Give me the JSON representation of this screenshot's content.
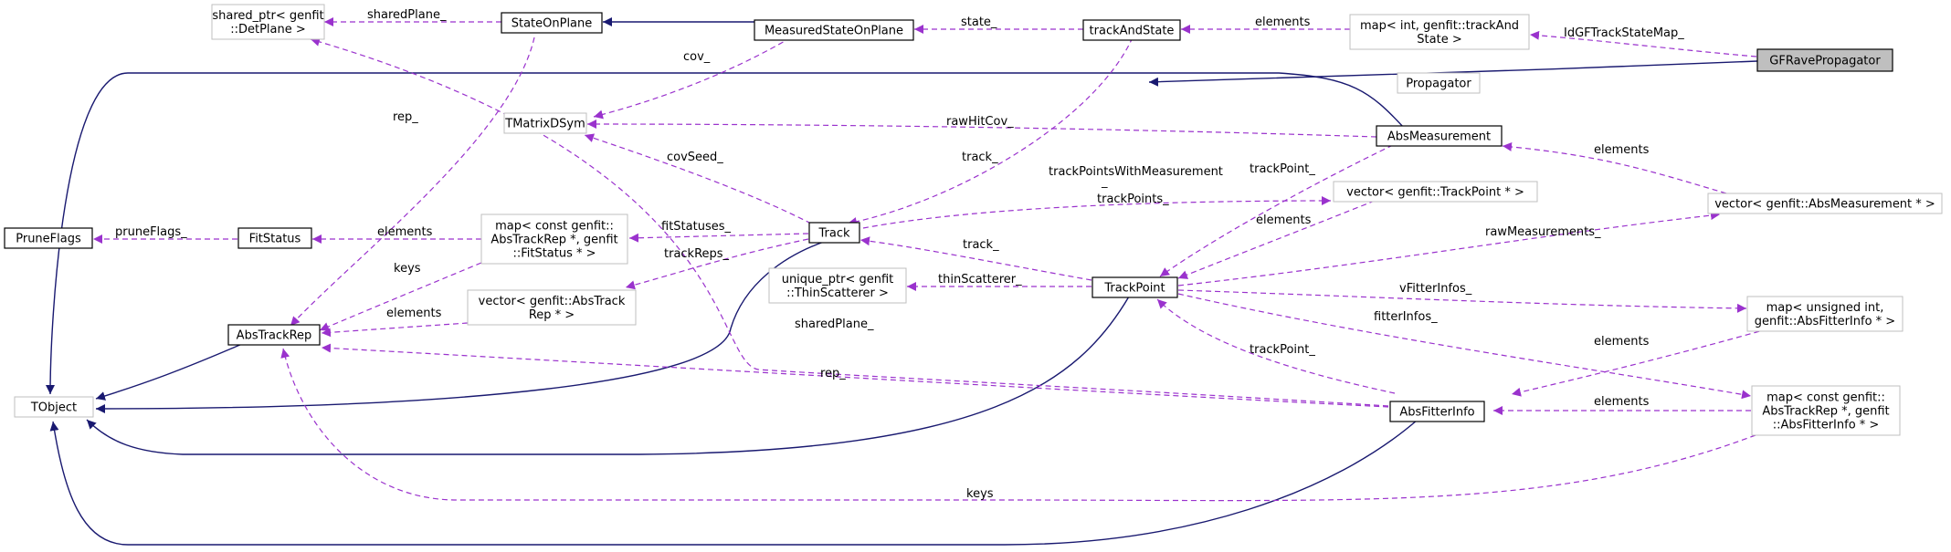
{
  "colors": {
    "inheritance_edge": "#191970",
    "usage_edge": "#9a32cd",
    "external_node_border": "#bfbfbf",
    "focus_node_fill": "#bfbfbf"
  },
  "nodes": {
    "GFRavePropagator": [
      "GFRavePropagator"
    ],
    "map_trackAndState": [
      "map< int, genfit::trackAnd",
      "State >"
    ],
    "trackAndState": [
      "trackAndState"
    ],
    "MeasuredStateOnPlane": [
      "MeasuredStateOnPlane"
    ],
    "StateOnPlane": [
      "StateOnPlane"
    ],
    "shared_ptr_DetPlane": [
      "shared_ptr< genfit",
      "::DetPlane >"
    ],
    "Propagator": [
      "Propagator"
    ],
    "TMatrixDSym": [
      "TMatrixDSym"
    ],
    "AbsMeasurement": [
      "AbsMeasurement"
    ],
    "vector_AbsMeasurement": [
      "vector< genfit::AbsMeasurement * >"
    ],
    "vector_TrackPoint": [
      "vector< genfit::TrackPoint * >"
    ],
    "Track": [
      "Track"
    ],
    "TrackPoint": [
      "TrackPoint"
    ],
    "PruneFlags": [
      "PruneFlags"
    ],
    "FitStatus": [
      "FitStatus"
    ],
    "map_FitStatus": [
      "map< const genfit::",
      "AbsTrackRep *, genfit",
      "::FitStatus * >"
    ],
    "unique_ptr_ThinScatterer": [
      "unique_ptr< genfit",
      "::ThinScatterer >"
    ],
    "vector_AbsTrackRep": [
      "vector< genfit::AbsTrack",
      "Rep * >"
    ],
    "AbsTrackRep": [
      "AbsTrackRep"
    ],
    "map_AbsFitterInfo_uint": [
      "map< unsigned int,",
      "genfit::AbsFitterInfo * >"
    ],
    "TObject": [
      "TObject"
    ],
    "AbsFitterInfo": [
      "AbsFitterInfo"
    ],
    "map_AbsFitterInfo_rep": [
      "map< const genfit::",
      "AbsTrackRep *, genfit",
      "::AbsFitterInfo * >"
    ]
  },
  "edge_labels": {
    "idgf": "IdGFTrackStateMap_",
    "elements_tas": "elements",
    "state": "state_",
    "sharedPlane1": "sharedPlane_",
    "cov": "cov_",
    "rep": "rep_",
    "rawHitCov": "rawHitCov_",
    "covSeed": "covSeed_",
    "track1": "track_",
    "elements_absmeas": "elements",
    "tpwm": "trackPointsWithMeasurement",
    "tpwm2": "_",
    "trackPoints": "trackPoints_",
    "trackPoint1": "trackPoint_",
    "elements_tp": "elements",
    "rawMeasurements": "rawMeasurements_",
    "pruneFlags": "pruneFlags_",
    "elements_fs": "elements",
    "fitStatuses": "fitStatuses_",
    "keys1": "keys",
    "trackReps": "trackReps_",
    "track2": "track_",
    "thinScatterer": "thinScatterer_",
    "vFitterInfos": "vFitterInfos_",
    "fitterInfos": "fitterInfos_",
    "elements_vtr": "elements",
    "sharedPlane2": "sharedPlane_",
    "elements_afi_uint": "elements",
    "trackPoint2": "trackPoint_",
    "rep2": "rep_",
    "elements_afi_rep": "elements",
    "keys2": "keys"
  }
}
